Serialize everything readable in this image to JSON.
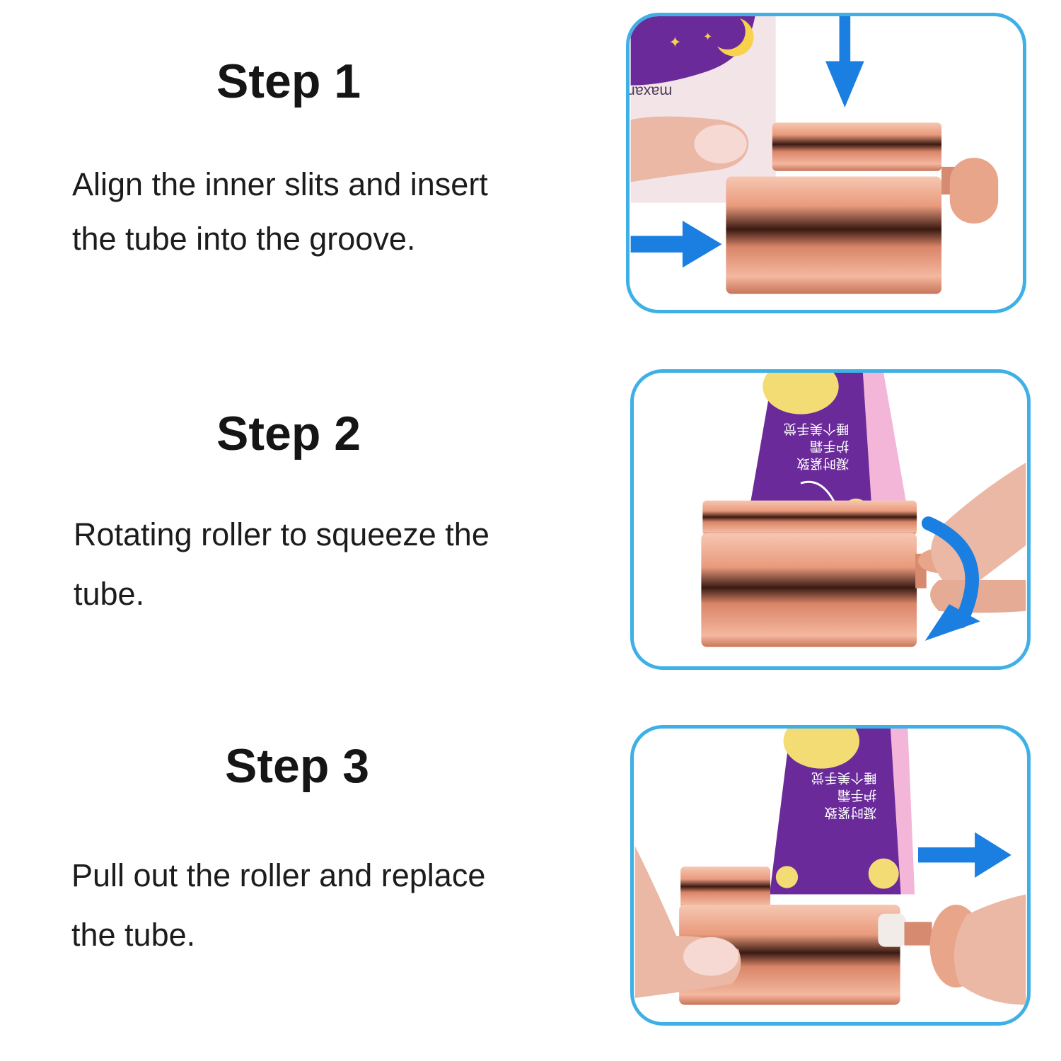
{
  "steps": [
    {
      "title": "Step 1",
      "lines": [
        "Align the inner slits and insert",
        "the tube into the groove."
      ],
      "photo": {
        "tube_label": "maxam",
        "arrows": [
          "down",
          "right"
        ]
      }
    },
    {
      "title": "Step 2",
      "lines": [
        "Rotating roller to squeeze the",
        "tube."
      ],
      "photo": {
        "tube_text": [
          "凝时紧致",
          "护手霜",
          "睡个美手觉"
        ],
        "arrows": [
          "rotate"
        ]
      }
    },
    {
      "title": "Step 3",
      "lines": [
        "Pull out the roller and replace",
        "the tube."
      ],
      "photo": {
        "tube_text": [
          "凝时紧致",
          "护手霜",
          "睡个美手觉"
        ],
        "arrows": [
          "right"
        ]
      }
    }
  ],
  "colors": {
    "frame_border": "#3fb0e6",
    "arrow_blue": "#1a7fe0",
    "rose_gold": "#e7a086",
    "tube_purple": "#6a2a9a",
    "tube_pink": "#f3b6d8"
  },
  "icons": [
    "arrow-down-icon",
    "arrow-right-icon",
    "rotate-arrow-icon"
  ]
}
